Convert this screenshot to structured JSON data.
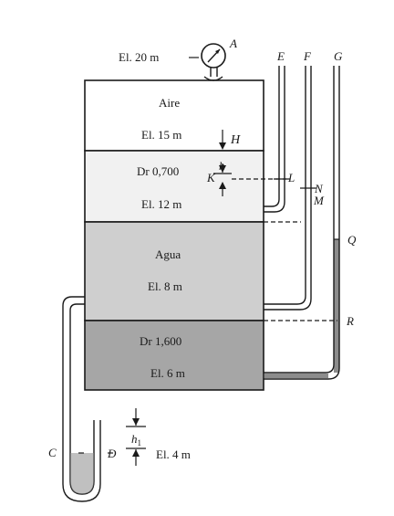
{
  "gauge_label": "A",
  "top_elevation": "El. 20 m",
  "layers": {
    "air": {
      "name": "Aire",
      "elevation": "El. 15 m"
    },
    "oil": {
      "density": "Dr 0,700",
      "elevation": "El. 12 m"
    },
    "water": {
      "name": "Agua",
      "elevation": "El. 8 m"
    },
    "heavy": {
      "density": "Dr 1,600",
      "elevation": "El. 6 m"
    }
  },
  "tube_labels": {
    "E": "E",
    "F": "F",
    "G": "G"
  },
  "point_labels": {
    "H": "H",
    "K": "K",
    "L": "L",
    "N": "N",
    "M": "M",
    "Q": "Q",
    "R": "R",
    "C": "C",
    "D": "D"
  },
  "dimension_h": "h",
  "dimension_h1": "h",
  "dimension_h1_sub": "1",
  "manometer_elevation": "El. 4 m",
  "colors": {
    "outline": "#1a1a1a",
    "air": "#ffffff",
    "oil": "#f1f1f1",
    "water": "#cfcfcf",
    "heavy": "#a6a6a6",
    "tube_fill": "#8c8c8c"
  }
}
